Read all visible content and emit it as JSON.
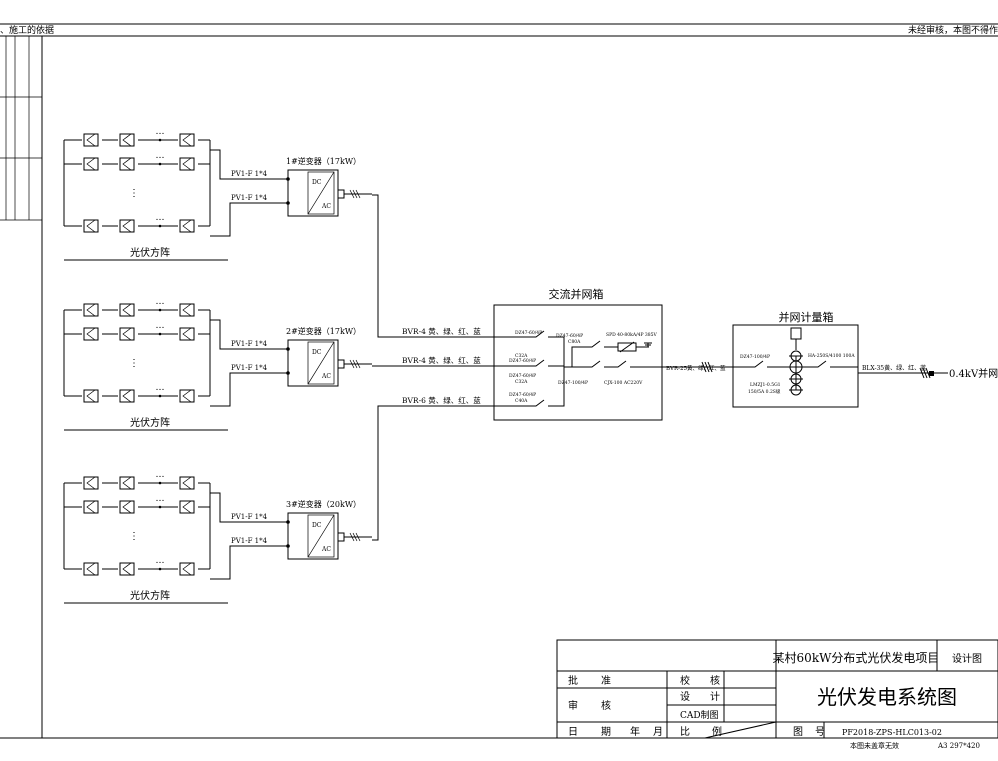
{
  "frame": {
    "top_left_note": "、施工的依据",
    "top_right_note": "未经审核，本图不得作"
  },
  "arrays": [
    {
      "label": "光伏方阵",
      "string_labels": [
        "PV1-F 1*4",
        "PV1-F 1*4"
      ],
      "ellipsis": "…",
      "vdots": "⋮"
    },
    {
      "label": "光伏方阵",
      "string_labels": [
        "PV1-F 1*4",
        "PV1-F 1*4"
      ],
      "ellipsis": "…",
      "vdots": "⋮"
    },
    {
      "label": "光伏方阵",
      "string_labels": [
        "PV1-F 1*4",
        "PV1-F 1*4"
      ],
      "ellipsis": "…",
      "vdots": "⋮"
    }
  ],
  "inverters": [
    {
      "label": "1#逆变器（17kW）",
      "dc": "DC",
      "ac": "AC",
      "cable": "BVR-4 黄、绿、红、蓝"
    },
    {
      "label": "2#逆变器（17kW）",
      "dc": "DC",
      "ac": "AC",
      "cable": "BVR-4 黄、绿、红、蓝"
    },
    {
      "label": "3#逆变器（20kW）",
      "dc": "DC",
      "ac": "AC",
      "cable": "BVR-6 黄、绿、红、蓝"
    }
  ],
  "ac_box": {
    "title": "交流并网箱",
    "breaker1": [
      "DZ47-60/4P",
      "C32A"
    ],
    "breaker2": [
      "DZ47-60/4P",
      "C32A"
    ],
    "breaker3": [
      "DZ47-60/4P",
      "C40A"
    ],
    "surge": [
      "DZ47-60/4P",
      "C80A"
    ],
    "spd": "SPD 40-80kA/4P 385V",
    "main_breaker": "DZ47-100/4P",
    "contactor": "CJX-100 AC220V",
    "out_cable": "BVR-25黄、绿、红、蓝"
  },
  "meter_box": {
    "title": "并网计量箱",
    "breaker": "DZ47-100/4P",
    "isolator": "HA-250S/4100 100A",
    "ct": [
      "LMZJ1-0.5G1",
      "150/5A 0.2S级"
    ],
    "out_cable": "BLX-35黄、绿、红、蓝",
    "grid": "0.4kV并网"
  },
  "title_block": {
    "project": "某村60kW分布式光伏发电项目",
    "stage": "设计图",
    "drawing_title": "光伏发电系统图",
    "approve": [
      "批",
      "准"
    ],
    "review": [
      "审",
      "核"
    ],
    "date": [
      "日",
      "期",
      "年",
      "月"
    ],
    "check": [
      "校",
      "核"
    ],
    "design": [
      "设",
      "计"
    ],
    "cad": "CAD制图",
    "scale": [
      "比",
      "例"
    ],
    "drawing_no_label": [
      "图",
      "号"
    ],
    "drawing_no": "PF2018-ZPS-HLC013-02",
    "seal_note": "本图未盖章无效",
    "paper": "A3  297*420"
  }
}
